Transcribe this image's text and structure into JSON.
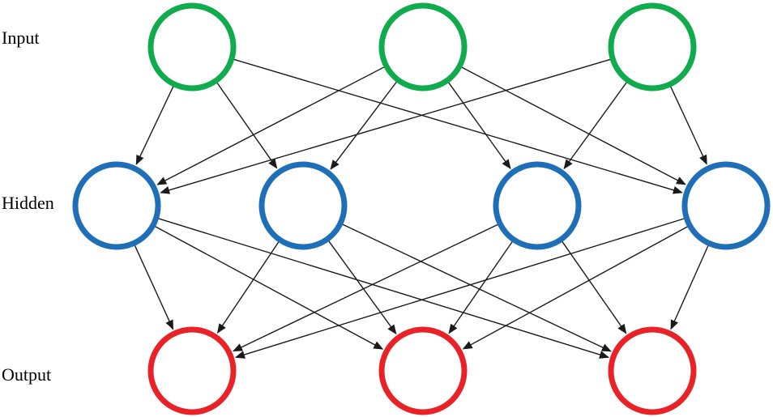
{
  "layers": [
    {
      "id": "input",
      "label": "Input",
      "color": "#10ab4c",
      "node_count": 3
    },
    {
      "id": "hidden",
      "label": "Hidden",
      "color": "#1f6fb8",
      "node_count": 4
    },
    {
      "id": "output",
      "label": "Output",
      "color": "#e82226",
      "node_count": 3
    }
  ],
  "connections": {
    "input_to_hidden": [
      [
        0,
        0
      ],
      [
        0,
        1
      ],
      [
        0,
        3
      ],
      [
        1,
        0
      ],
      [
        1,
        1
      ],
      [
        1,
        2
      ],
      [
        1,
        3
      ],
      [
        2,
        0
      ],
      [
        2,
        2
      ],
      [
        2,
        3
      ]
    ],
    "hidden_to_output": [
      [
        0,
        0
      ],
      [
        0,
        1
      ],
      [
        0,
        2
      ],
      [
        1,
        0
      ],
      [
        1,
        1
      ],
      [
        1,
        2
      ],
      [
        2,
        0
      ],
      [
        2,
        1
      ],
      [
        2,
        2
      ],
      [
        3,
        0
      ],
      [
        3,
        1
      ],
      [
        3,
        2
      ]
    ]
  },
  "arrow_color": "#1a1a1a"
}
